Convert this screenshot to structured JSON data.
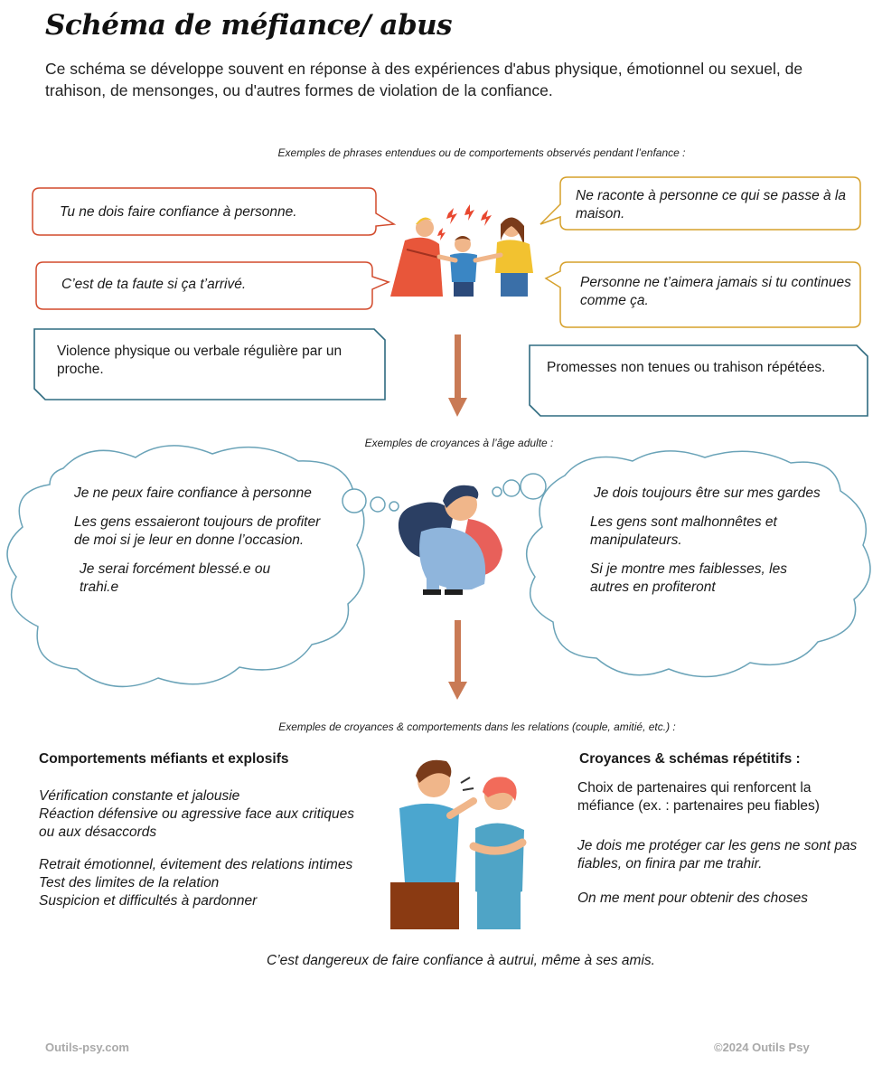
{
  "title": "Schéma de méfiance/ abus",
  "intro": "Ce schéma se développe souvent en réponse à des expériences d'abus physique, émotionnel ou sexuel, de trahison, de mensonges, ou d'autres formes de violation de la confiance.",
  "childhood": {
    "caption": "Exemples de phrases entendues ou de comportements observés pendant l’enfance :",
    "bubbles_left": [
      "Tu ne dois faire confiance à personne.",
      "C’est de ta faute si ça t’arrivé."
    ],
    "bubbles_right": [
      "Ne raconte à personne ce qui se passe à la maison.",
      "Personne ne t’aimera jamais si tu continues comme ça."
    ],
    "box_left": "Violence physique ou verbale régulière par un proche.",
    "box_right": "Promesses non tenues ou trahison répétées."
  },
  "adult": {
    "caption": "Exemples de croyances à l’âge adulte :",
    "cloud_left": [
      "Je ne peux faire confiance à personne",
      "Les gens essaieront toujours de profiter de moi si je leur en donne l’occasion.",
      "Je serai forcément blessé.e ou trahi.e"
    ],
    "cloud_right": [
      "Je dois toujours être sur mes gardes",
      "Les gens sont malhonnêtes et manipulateurs.",
      "Si je montre mes faiblesses, les autres en profiteront"
    ]
  },
  "relations": {
    "caption": "Exemples de croyances & comportements dans les relations (couple, amitié, etc.) :",
    "left_heading": "Comportements méfiants et explosifs",
    "left_items": [
      "Vérification constante et jalousie",
      "Réaction défensive ou agressive face aux critiques ou aux désaccords",
      "Retrait émotionnel, évitement des relations intimes",
      "Test des limites de la relation",
      "Suspicion et difficultés à pardonner"
    ],
    "right_heading": "Croyances & schémas répétitifs :",
    "right_items": [
      "Choix de partenaires qui renforcent la méfiance (ex. : partenaires peu fiables)",
      "Je dois me protéger car les gens ne sont pas fiables, on finira par me trahir.",
      "On me ment pour obtenir des choses"
    ],
    "closing": "C’est dangereux de faire confiance à autrui, même à ses amis."
  },
  "footer": {
    "left": "Outils-psy.com",
    "right": "©2024 Outils Psy"
  },
  "colors": {
    "red_border": "#d24a2c",
    "orange_border": "#d6a02a",
    "teal_border": "#2f6b80",
    "cloud_border": "#6aa3b8",
    "arrow": "#c97a55"
  }
}
